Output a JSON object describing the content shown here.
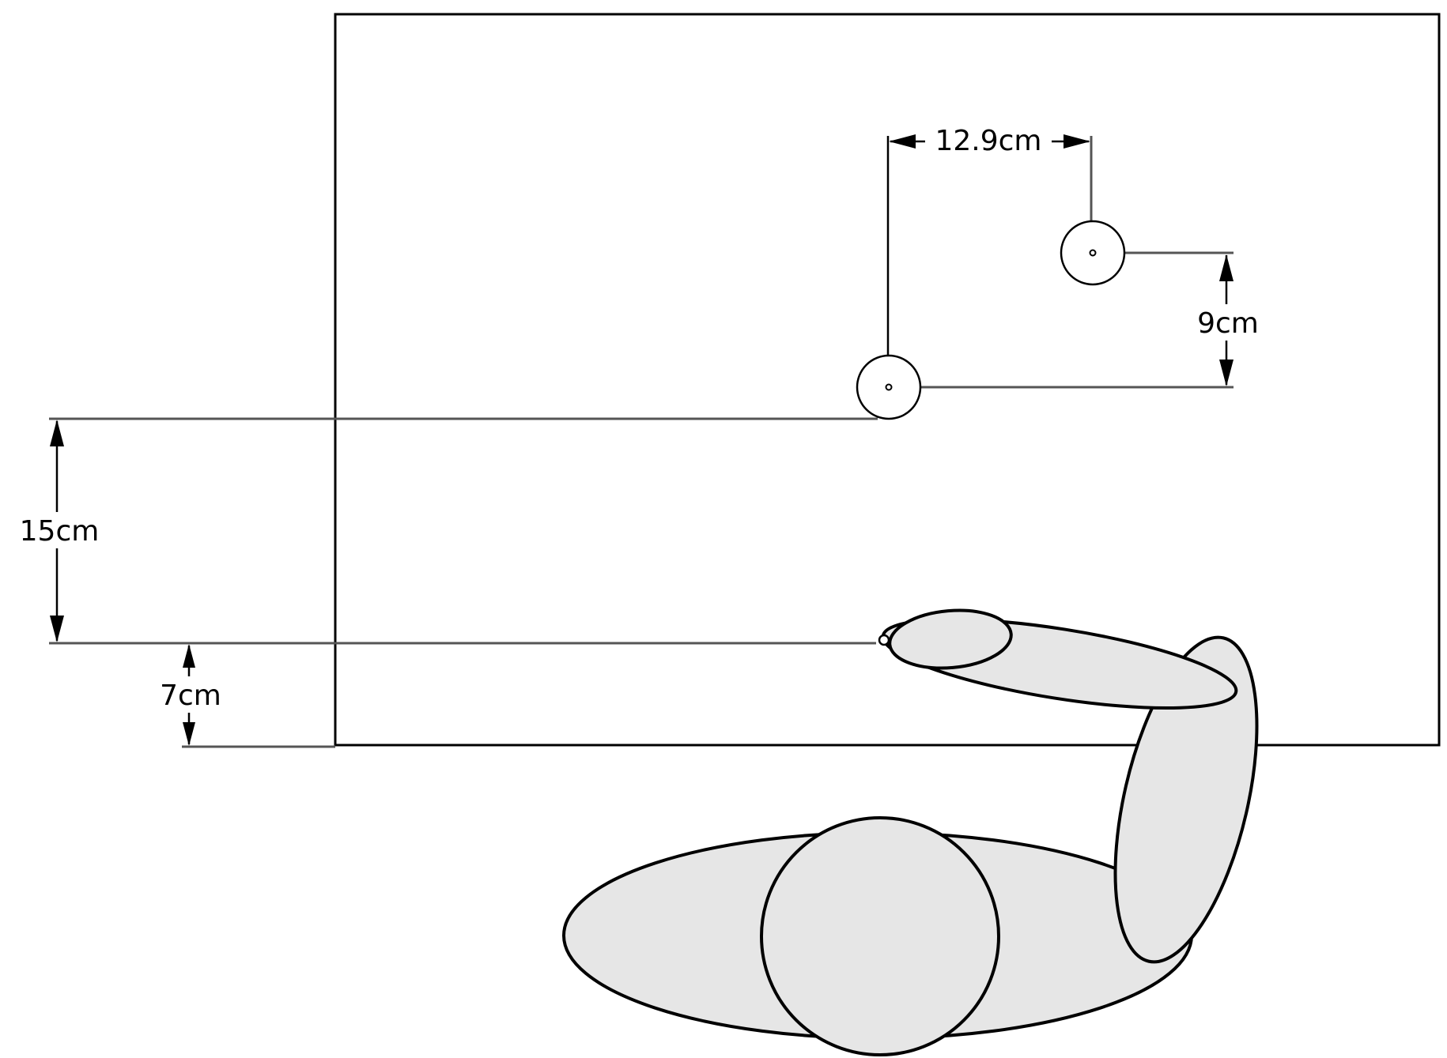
{
  "dimensions": {
    "target_spacing_horizontal": "12.9cm",
    "target_spacing_vertical": "9cm",
    "hand_to_target_distance": "15cm",
    "hand_to_table_edge": "7cm"
  },
  "colors": {
    "line": "#000000",
    "dimension_line": "#555555",
    "body_fill": "#e6e6e6",
    "background": "#ffffff"
  }
}
